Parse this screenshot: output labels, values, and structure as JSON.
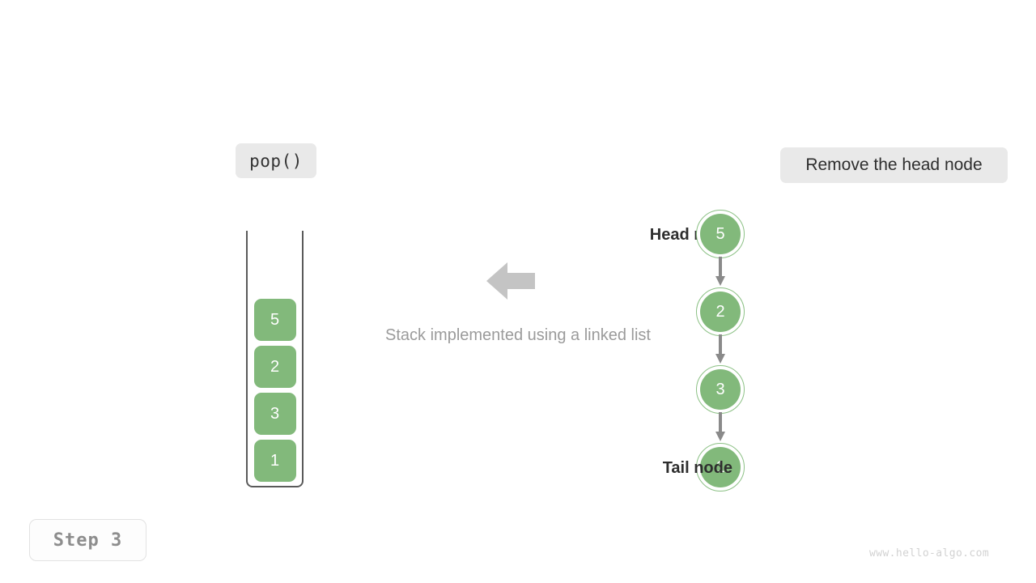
{
  "operation_badge": {
    "label": "pop()"
  },
  "action_badge": {
    "label": "Remove the head node"
  },
  "step_badge": {
    "label": "Step 3"
  },
  "watermark": {
    "text": "www.hello-algo.com"
  },
  "caption": {
    "text": "Stack implemented using a linked list"
  },
  "colors": {
    "node_fill": "#82b97b",
    "node_ring": "#8cc185",
    "badge_bg": "#e9e9e9",
    "arrow_gray": "#c4c4c4",
    "link_gray": "#8a8a8a",
    "stack_wall": "#5a5a5a",
    "caption_text": "#9b9b9b"
  },
  "stack": {
    "title": "stack-container",
    "items": [
      {
        "value": "5"
      },
      {
        "value": "2"
      },
      {
        "value": "3"
      },
      {
        "value": "1"
      }
    ]
  },
  "linked_list": {
    "head_label": "Head node",
    "tail_label": "Tail node",
    "nodes": [
      {
        "value": "5"
      },
      {
        "value": "2"
      },
      {
        "value": "3"
      },
      {
        "value": "1"
      }
    ]
  },
  "center_arrow": {
    "direction": "left"
  }
}
